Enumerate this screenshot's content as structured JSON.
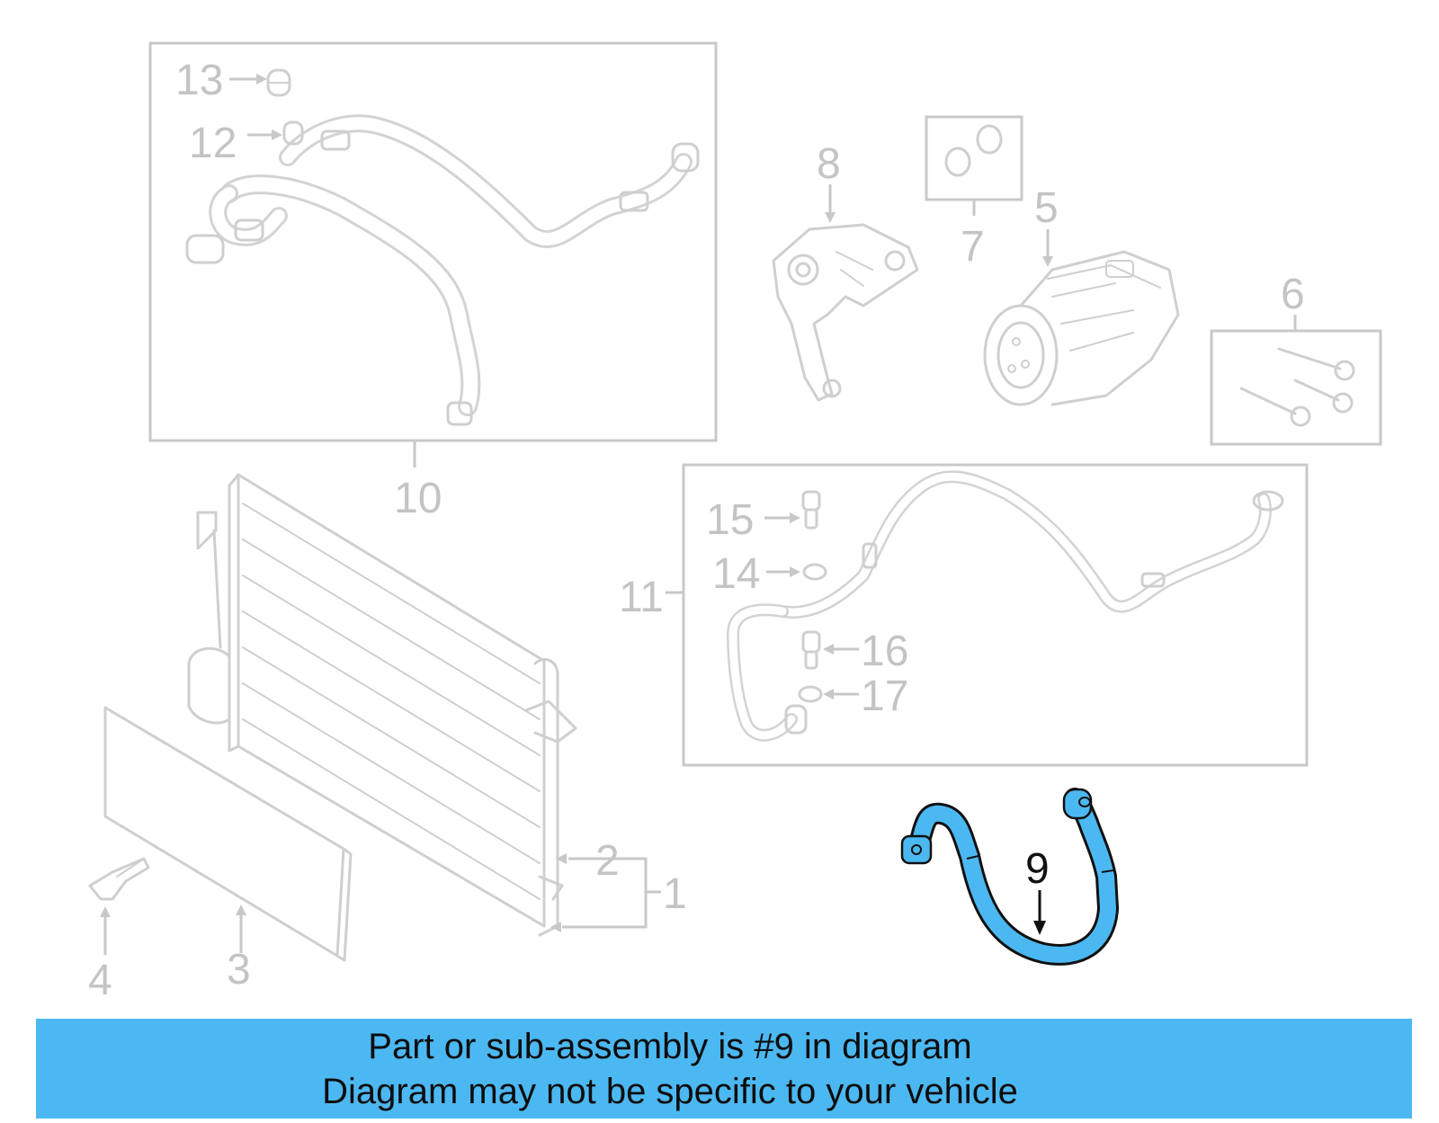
{
  "callouts": {
    "c1": "1",
    "c2": "2",
    "c3": "3",
    "c4": "4",
    "c5": "5",
    "c6": "6",
    "c7": "7",
    "c8": "8",
    "c9": "9",
    "c10": "10",
    "c11": "11",
    "c12": "12",
    "c13": "13",
    "c14": "14",
    "c15": "15",
    "c16": "16",
    "c17": "17"
  },
  "highlight": {
    "part": "9",
    "color": "#4cb8f2"
  },
  "colors": {
    "banner": "#4cb8f2",
    "ghost": "#cfcfcf"
  },
  "banner": {
    "line1": "Part or sub-assembly is #9 in diagram",
    "line2": "Diagram may not be specific to your vehicle"
  }
}
